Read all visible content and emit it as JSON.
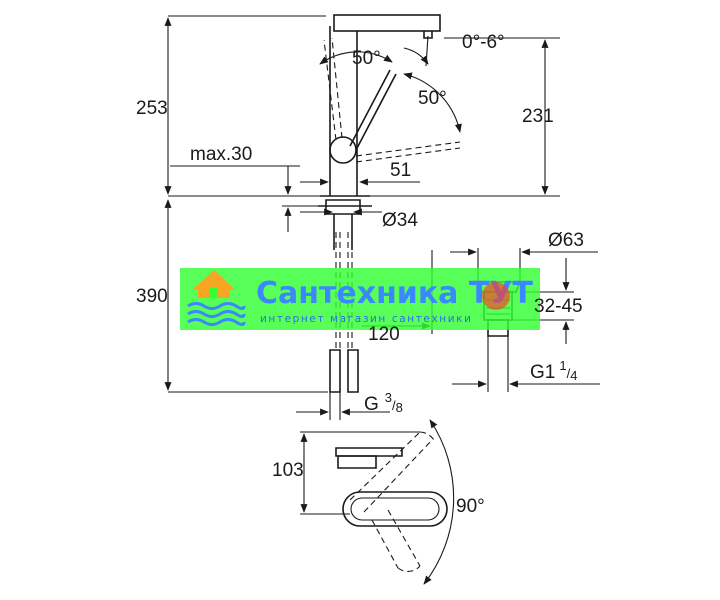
{
  "dimensions": {
    "height_total": "253",
    "spout_height": "231",
    "deck_max": "max.30",
    "spout_offset": "51",
    "hole_diameter": "Ø34",
    "hose_length": "390",
    "hose_spacing": "120",
    "connection_thread": "G",
    "connection_frac_num": "3",
    "connection_frac_den": "8",
    "waste_diameter": "Ø63",
    "waste_range": "32-45",
    "waste_thread": "G1",
    "waste_frac_num": "1",
    "waste_frac_den": "4",
    "side_depth": "103"
  },
  "angles": {
    "tilt": "0°-6°",
    "lever_upper": "50°",
    "lever_lower": "50°",
    "swivel": "90°"
  },
  "watermark": {
    "brand": "Сантехника ТУТ",
    "tagline": "интернет магазин сантехники",
    "band_color": "#33ff33",
    "logo_color": "#f6a623",
    "text_color": "#3a87ff"
  }
}
